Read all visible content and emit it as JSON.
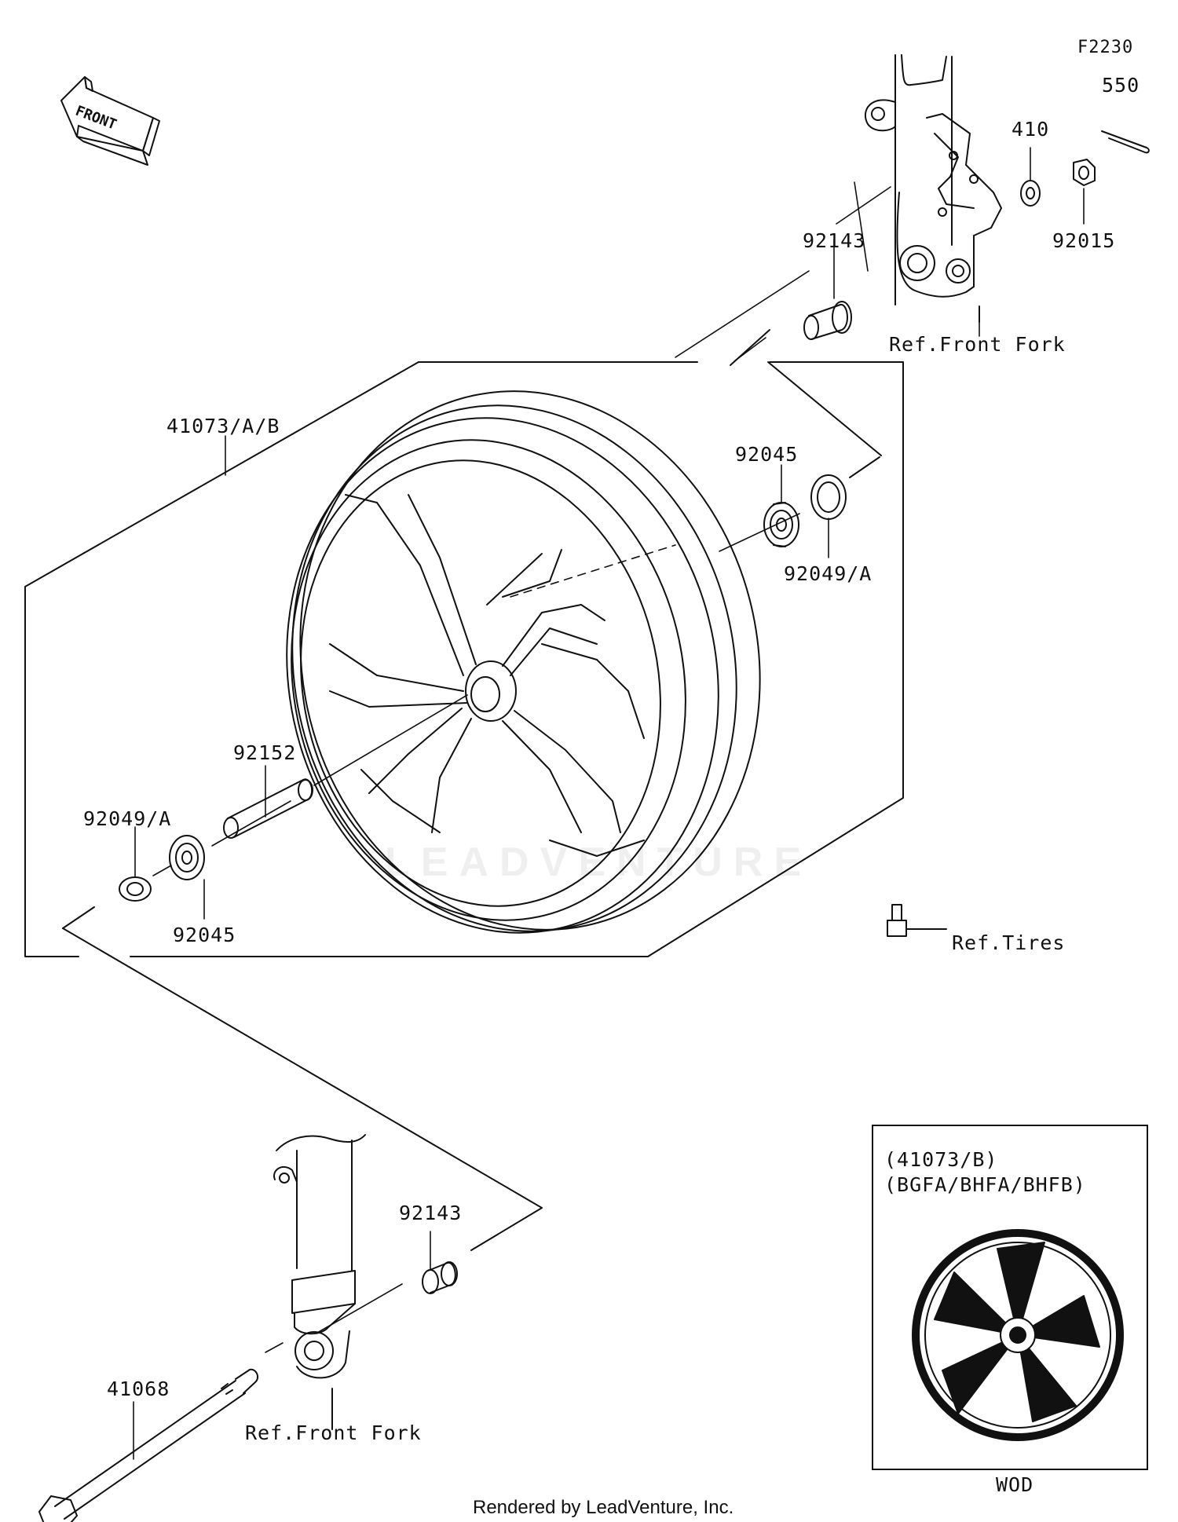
{
  "figure_code": "F2230",
  "front_arrow": {
    "label": "FRONT"
  },
  "parts": [
    {
      "id": "41073/A/B",
      "name": "part-label-41073"
    },
    {
      "id": "92143",
      "name": "part-label-92143-top"
    },
    {
      "id": "410",
      "name": "part-label-410"
    },
    {
      "id": "550",
      "name": "part-label-550"
    },
    {
      "id": "92015",
      "name": "part-label-92015"
    },
    {
      "id": "92045",
      "name": "part-label-92045-right"
    },
    {
      "id": "92049/A",
      "name": "part-label-92049a-right"
    },
    {
      "id": "92152",
      "name": "part-label-92152"
    },
    {
      "id": "92049/A",
      "name": "part-label-92049a-left"
    },
    {
      "id": "92045",
      "name": "part-label-92045-left"
    },
    {
      "id": "92143",
      "name": "part-label-92143-bottom"
    },
    {
      "id": "41068",
      "name": "part-label-41068"
    }
  ],
  "references": {
    "front_fork_top": "Ref.Front Fork",
    "front_fork_bottom": "Ref.Front Fork",
    "tires": "Ref.Tires"
  },
  "inset": {
    "line1": "(41073/B)",
    "line2": "(BGFA/BHFA/BHFB)",
    "caption": "WOD"
  },
  "watermark": "LEADVENTURE",
  "footer": "Rendered by LeadVenture, Inc."
}
